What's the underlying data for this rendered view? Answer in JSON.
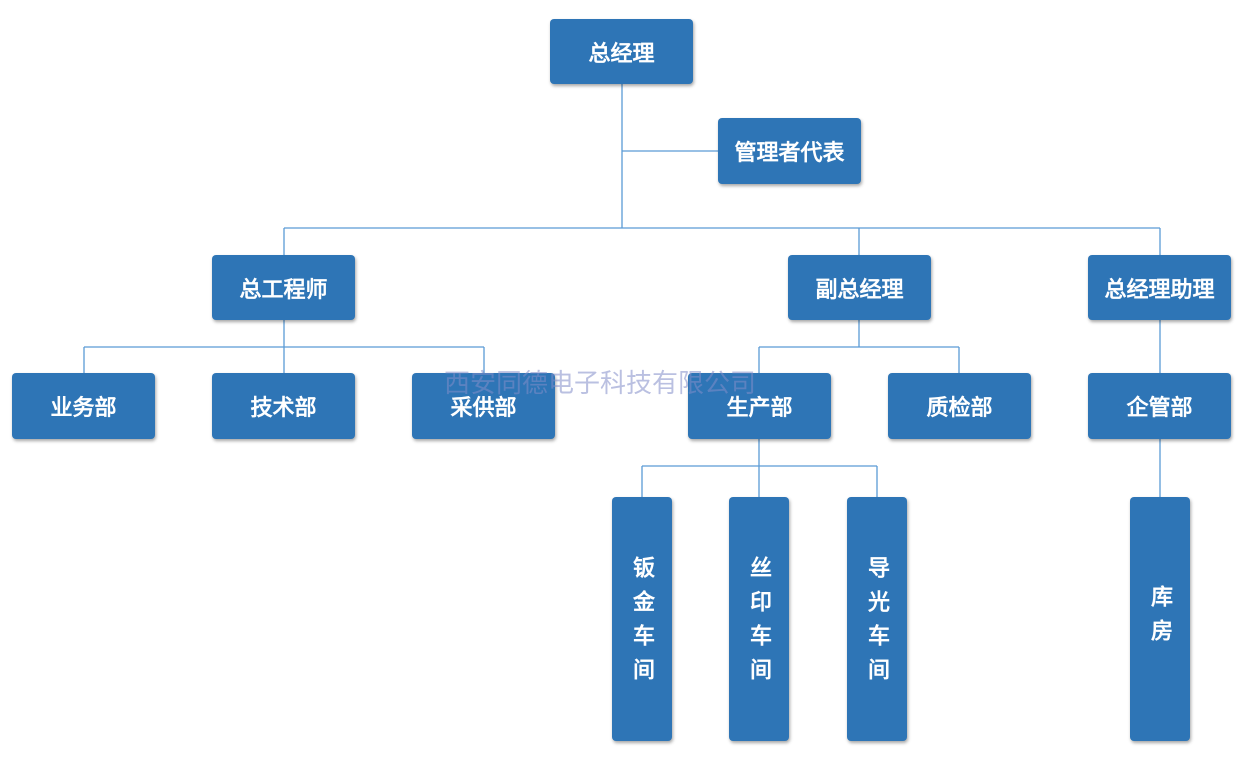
{
  "org": {
    "gm": "总经理",
    "mgmt_rep": "管理者代表",
    "chief_engineer": "总工程师",
    "deputy_gm": "副总经理",
    "gm_assistant": "总经理助理",
    "business_dept": "业务部",
    "tech_dept": "技术部",
    "procurement_dept": "采供部",
    "production_dept": "生产部",
    "qc_dept": "质检部",
    "admin_dept": "企管部",
    "sheet_metal_workshop": "钣金车间",
    "silkscreen_workshop": "丝印车间",
    "light_guide_workshop": "导光车间",
    "warehouse": "库房"
  },
  "watermark": "西安同德电子科技有限公司",
  "colors": {
    "node_fill": "#2e75b6",
    "connector": "#5b9bd5",
    "text": "#ffffff"
  }
}
